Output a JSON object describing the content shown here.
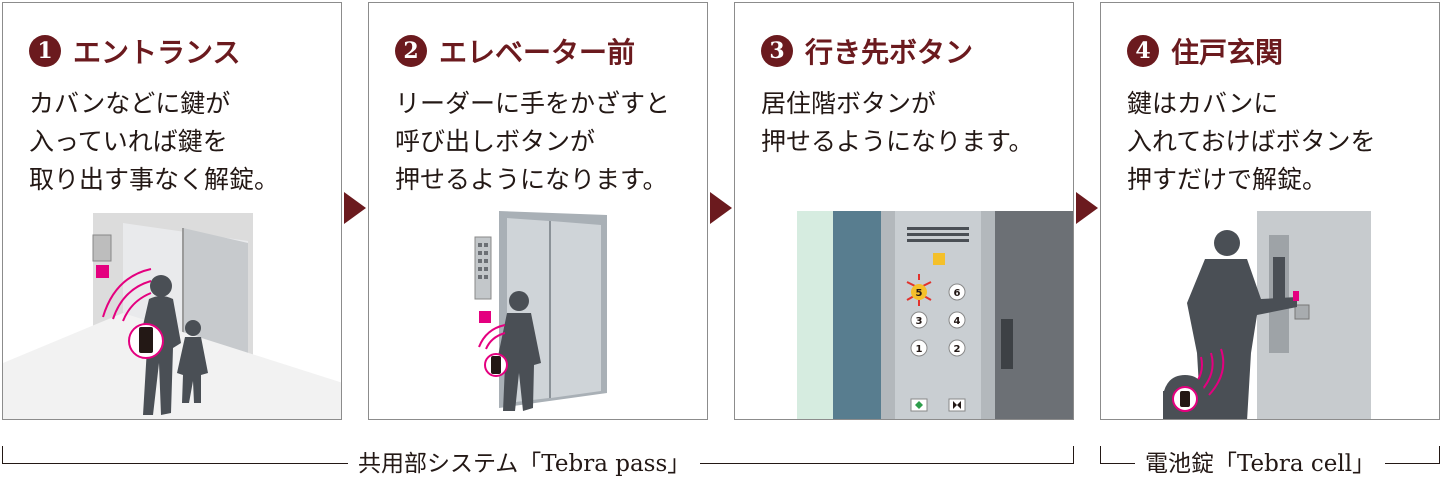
{
  "steps": [
    {
      "num": "1",
      "title": "エントランス",
      "lines": [
        "カバンなどに鍵が",
        "入っていれば鍵を",
        "取り出す事なく解錠。"
      ]
    },
    {
      "num": "2",
      "title": "エレベーター前",
      "lines": [
        "リーダーに手をかざすと",
        "呼び出しボタンが",
        "押せるようになります。"
      ]
    },
    {
      "num": "3",
      "title": "行き先ボタン",
      "lines": [
        "居住階ボタンが",
        "押せるようになります。"
      ]
    },
    {
      "num": "4",
      "title": "住戸玄関",
      "lines": [
        "鍵はカバンに",
        "入れておけばボタンを",
        "押すだけで解錠。"
      ]
    }
  ],
  "elevator_buttons": [
    "5",
    "6",
    "3",
    "4",
    "1",
    "2"
  ],
  "systems": {
    "pass": "共用部システム「Tebra pass」",
    "cell": "電池錠「Tebra cell」"
  },
  "colors": {
    "accent": "#6b1a1e",
    "signal": "#e4007f",
    "silhouette": "#4a4f55"
  }
}
